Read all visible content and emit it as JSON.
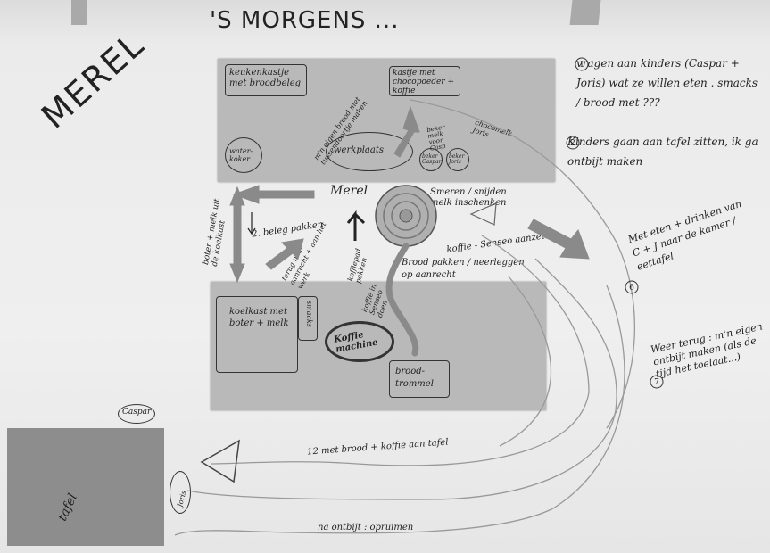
{
  "title": {
    "name": "MEREL",
    "heading": "'S MORGENS ..."
  },
  "top_card": {
    "cupboard": "keukenkastje met broodbeleg",
    "coffee_cupboard": "kastje met chocopoeder + koffie",
    "counter": "werkplaats",
    "sink": "water-koker",
    "step_make_sandwich": "m'n eigen brood met tussendoortje maken",
    "cups_caspar": "beker melk voor Casp",
    "cups_joris": "chocomelk Joris",
    "label_caspar": "beker Caspar",
    "label_joris": "beker Joris"
  },
  "middle": {
    "person": "Merel",
    "step_3": "Smeren / snijden melk inschenken",
    "step_2": "2. beleg pakken",
    "step_1": "boter + melk uit de koelkast",
    "step_4": "terug naar aanrecht + aan het werk",
    "step_5": "koffiepad pakken",
    "step_8": "koffie - Senseo aanzetten",
    "step_9": "Brood pakken / neerleggen op aanrecht",
    "step_10": "koffie in Senseo doen"
  },
  "bottom_card": {
    "fridge": "koelkast met boter + melk",
    "smacks": "smacks",
    "coffee_machine": "Koffie machine",
    "bread_box": "brood-trommel"
  },
  "notes": {
    "note_1": "vragen aan kinders (Caspar + Joris) wat ze willen eten . smacks / brood met ???",
    "note_2": "Kinders gaan aan tafel zitten, ik ga ontbijt maken",
    "note_6": "Met eten + drinken van C + J naar de kamer / eettafel",
    "note_7": "Weer terug : m'n eigen ontbijt maken (als de tijd het toelaat...)"
  },
  "table": {
    "label": "tafel",
    "caspar": "Caspar",
    "joris": "Joris",
    "step_12": "12   met brood + koffie aan tafel",
    "after": "na   ontbijt : opruimen"
  },
  "colors": {
    "paper_card": "#b9b9b9",
    "table_card": "#8d8d8d",
    "ink": "#222222",
    "arrow_fill": "#8a8a8a",
    "tape": "#a9a9a9"
  }
}
